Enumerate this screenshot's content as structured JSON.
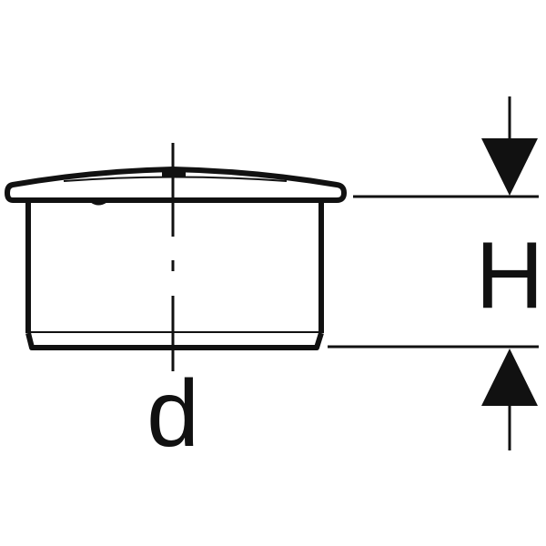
{
  "diagram": {
    "type": "technical-drawing",
    "subject": "pipe end cap",
    "labels": {
      "diameter": "d",
      "height": "H"
    },
    "colors": {
      "stroke": "#111111",
      "background": "#ffffff"
    }
  }
}
